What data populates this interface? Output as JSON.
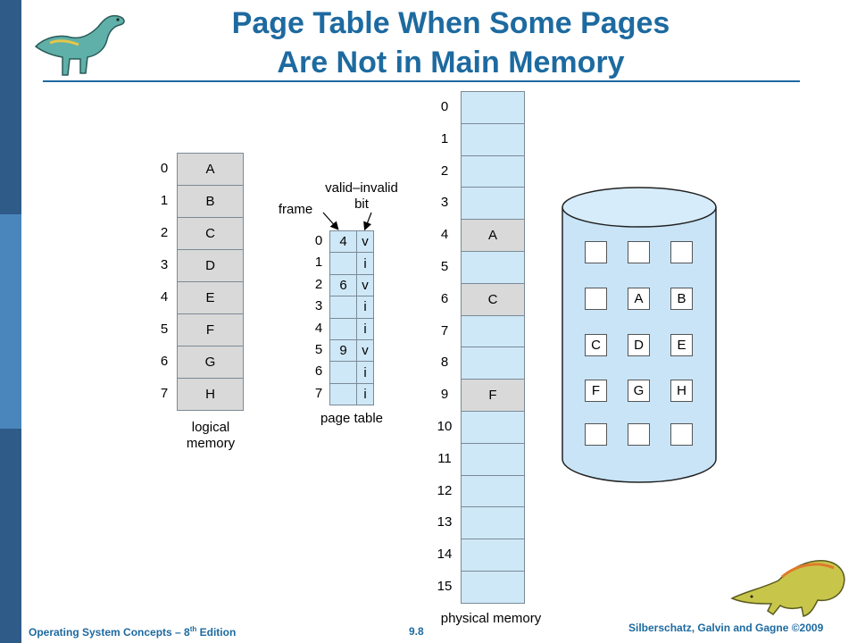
{
  "header": {
    "title_line1": "Page Table When Some Pages",
    "title_line2": "Are Not in Main Memory"
  },
  "colors": {
    "sidebar_dark": "#2e5b88",
    "sidebar_light": "#4a86bc",
    "title_blue": "#1d6aa0",
    "cell_gray": "#d9d9d9",
    "cell_blue": "#cfe8f7",
    "disk_blue": "#c9e4f7"
  },
  "logical_memory": {
    "indices": [
      "0",
      "1",
      "2",
      "3",
      "4",
      "5",
      "6",
      "7"
    ],
    "pages": [
      "A",
      "B",
      "C",
      "D",
      "E",
      "F",
      "G",
      "H"
    ],
    "label_line1": "logical",
    "label_line2": "memory"
  },
  "page_table": {
    "frame_label": "frame",
    "valid_label_line1": "valid–invalid",
    "valid_label_line2": "bit",
    "indices": [
      "0",
      "1",
      "2",
      "3",
      "4",
      "5",
      "6",
      "7"
    ],
    "frames": [
      "4",
      "",
      "6",
      "",
      "",
      "9",
      "",
      ""
    ],
    "bits": [
      "v",
      "i",
      "v",
      "i",
      "i",
      "v",
      "i",
      "i"
    ],
    "label": "page table"
  },
  "physical_memory": {
    "indices": [
      "0",
      "1",
      "2",
      "3",
      "4",
      "5",
      "6",
      "7",
      "8",
      "9",
      "10",
      "11",
      "12",
      "13",
      "14",
      "15"
    ],
    "contents": [
      "",
      "",
      "",
      "",
      "A",
      "",
      "C",
      "",
      "",
      "F",
      "",
      "",
      "",
      "",
      "",
      ""
    ],
    "label": "physical memory"
  },
  "disk": {
    "rows": [
      [
        "",
        "",
        ""
      ],
      [
        "",
        "A",
        "B"
      ],
      [
        "C",
        "D",
        "E"
      ],
      [
        "F",
        "G",
        "H"
      ],
      [
        "",
        "",
        ""
      ]
    ]
  },
  "footer": {
    "left_prefix": "Operating System Concepts – 8",
    "left_sup": "th",
    "left_suffix": " Edition",
    "center": "9.8",
    "right": "Silberschatz, Galvin and Gagne ©2009"
  }
}
